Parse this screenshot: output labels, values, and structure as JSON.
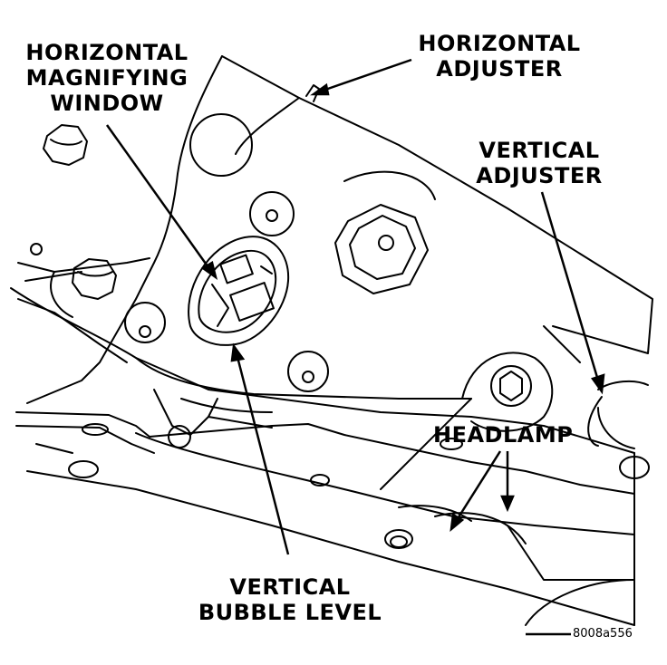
{
  "labels": {
    "horizontal_magnifying_window": [
      "HORIZONTAL",
      "MAGNIFYING",
      "WINDOW"
    ],
    "horizontal_adjuster": [
      "HORIZONTAL",
      "ADJUSTER"
    ],
    "vertical_adjuster": [
      "VERTICAL",
      "ADJUSTER"
    ],
    "headlamp": "HEADLAMP",
    "vertical_bubble_level": [
      "VERTICAL",
      "BUBBLE LEVEL"
    ]
  },
  "figure_code": "8008a556",
  "colors": {
    "ink": "#000000",
    "paper": "#ffffff"
  }
}
